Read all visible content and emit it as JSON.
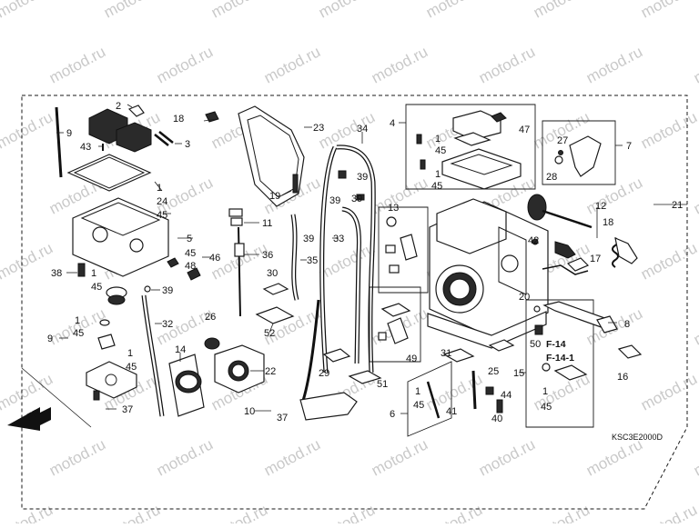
{
  "watermark": "motod.ru",
  "diagram_code": "KSC3E2000D",
  "direction_label": "FR.",
  "reference_labels": [
    "F-14",
    "F-14-1"
  ],
  "callouts": [
    "1",
    "2",
    "3",
    "4",
    "5",
    "6",
    "7",
    "8",
    "9",
    "10",
    "11",
    "12",
    "13",
    "14",
    "15",
    "16",
    "17",
    "18",
    "19",
    "20",
    "21",
    "22",
    "23",
    "24",
    "25",
    "26",
    "27",
    "28",
    "29",
    "30",
    "31",
    "32",
    "33",
    "34",
    "35",
    "36",
    "37",
    "38",
    "39",
    "40",
    "41",
    "42",
    "43",
    "44",
    "45",
    "46",
    "47",
    "48",
    "49",
    "50",
    "51",
    "52"
  ]
}
